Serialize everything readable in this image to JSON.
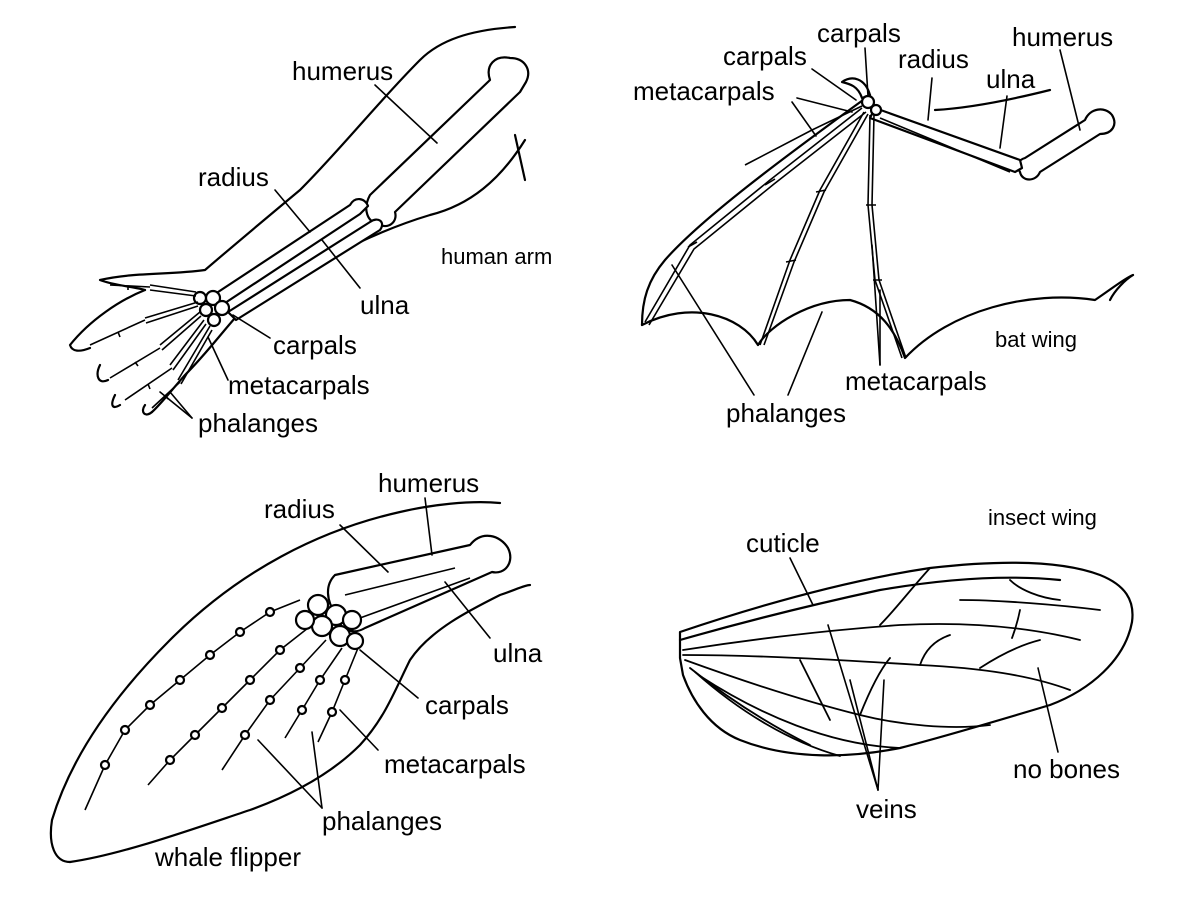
{
  "panels": {
    "human_arm": {
      "title": "human arm",
      "labels": {
        "humerus": "humerus",
        "radius": "radius",
        "ulna": "ulna",
        "carpals": "carpals",
        "metacarpals": "metacarpals",
        "phalanges": "phalanges"
      }
    },
    "bat_wing": {
      "title": "bat wing",
      "labels": {
        "carpals_top": "carpals",
        "carpals": "carpals",
        "radius": "radius",
        "humerus": "humerus",
        "ulna": "ulna",
        "metacarpals_top": "metacarpals",
        "metacarpals": "metacarpals",
        "phalanges": "phalanges"
      }
    },
    "whale_flipper": {
      "title": "whale flipper",
      "labels": {
        "humerus": "humerus",
        "radius": "radius",
        "ulna": "ulna",
        "carpals": "carpals",
        "metacarpals": "metacarpals",
        "phalanges": "phalanges"
      }
    },
    "insect_wing": {
      "title": "insect wing",
      "labels": {
        "cuticle": "cuticle",
        "veins": "veins",
        "no_bones": "no bones"
      }
    }
  }
}
